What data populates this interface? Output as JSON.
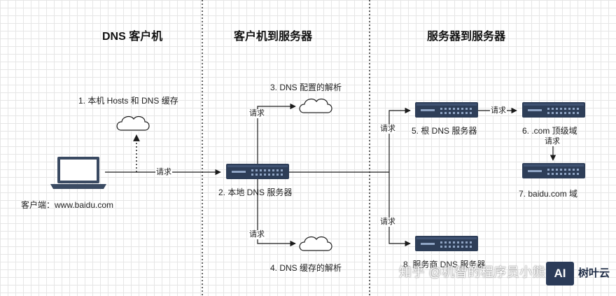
{
  "sections": {
    "client": "DNS 客户机",
    "client_to_server": "客户机到服务器",
    "server_to_server": "服务器到服务器"
  },
  "labels": {
    "hosts_cache": "1. 本机 Hosts 和 DNS 缓存",
    "client_addr": "客户端：www.baidu.com",
    "local_dns": "2. 本地 DNS 服务器",
    "config_resolve": "3. DNS 配置的解析",
    "cache_resolve": "4. DNS 缓存的解析",
    "root_dns": "5. 根 DNS 服务器",
    "com_tld": "6. .com 顶级域",
    "baidu_domain": "7. baidu.com 域",
    "forwarder": "8. 服务商 DNS 服务器"
  },
  "request_label": "请求",
  "watermark": {
    "text": "知乎 @机智的程序员小熊",
    "logo": "AI",
    "brand": "树叶云"
  },
  "colors": {
    "server_body": "#2e3e58",
    "server_light": "#8fa4c4",
    "line": "#1a1a1a",
    "cloud_stroke": "#222222"
  }
}
